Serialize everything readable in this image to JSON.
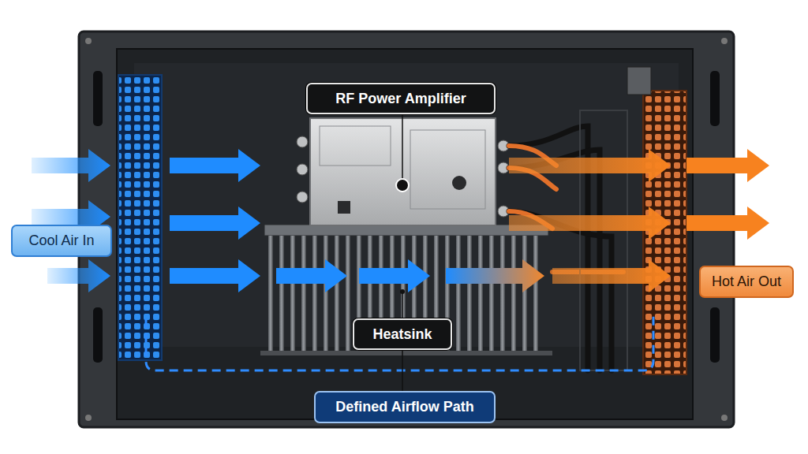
{
  "diagram": {
    "nodes": [
      {
        "text": [
          "RF Power Amplifier"
        ]
      },
      {
        "text": [
          "Cool Air In"
        ]
      },
      {
        "text": [
          "Hot Air Out"
        ]
      },
      {
        "text": [
          "Heatsink"
        ]
      },
      {
        "text": [
          "Defined Airflow Path"
        ]
      }
    ]
  }
}
